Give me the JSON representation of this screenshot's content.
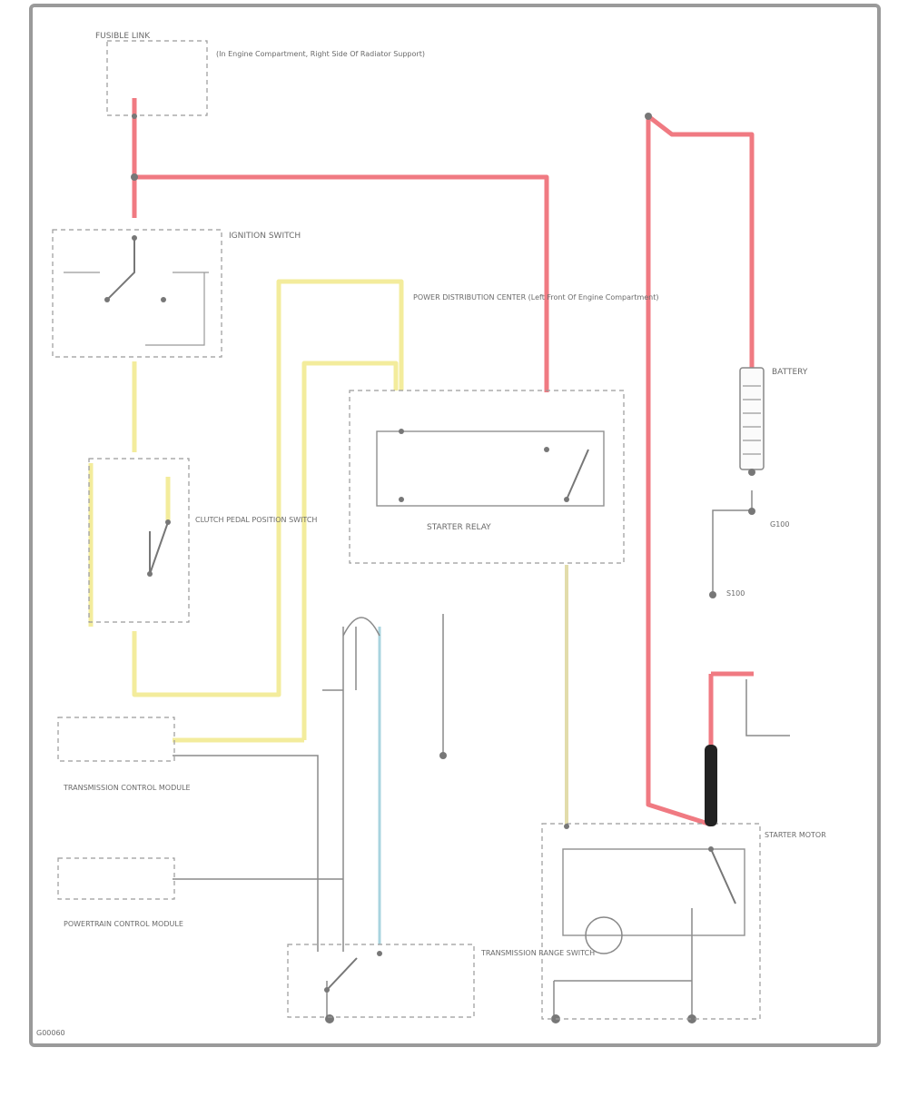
{
  "labels": {
    "fusible_link": "FUSIBLE LINK",
    "fusible_link_loc": "(In Engine Compartment, Right Side Of Radiator Support)",
    "ignition_switch": "IGNITION SWITCH",
    "power_dist_center": "POWER DISTRIBUTION CENTER (Left Front Of Engine Compartment)",
    "starter_relay": "STARTER RELAY",
    "battery": "BATTERY",
    "starter_motor": "STARTER MOTOR",
    "clutch_switch": "CLUTCH PEDAL POSITION SWITCH",
    "transmission_switch": "TRANSMISSION RANGE SWITCH",
    "tcm_module": "TRANSMISSION CONTROL MODULE",
    "pcm_module": "POWERTRAIN CONTROL MODULE",
    "ground_main": "G100",
    "ground_splice": "S100",
    "footer_code": "G00060"
  },
  "wire_colors": {
    "red": "#f07a82",
    "yellow": "#f3ec9c",
    "tan": "#e2dcab",
    "light_blue": "#a9d4df",
    "black": "#8a8a8a"
  }
}
